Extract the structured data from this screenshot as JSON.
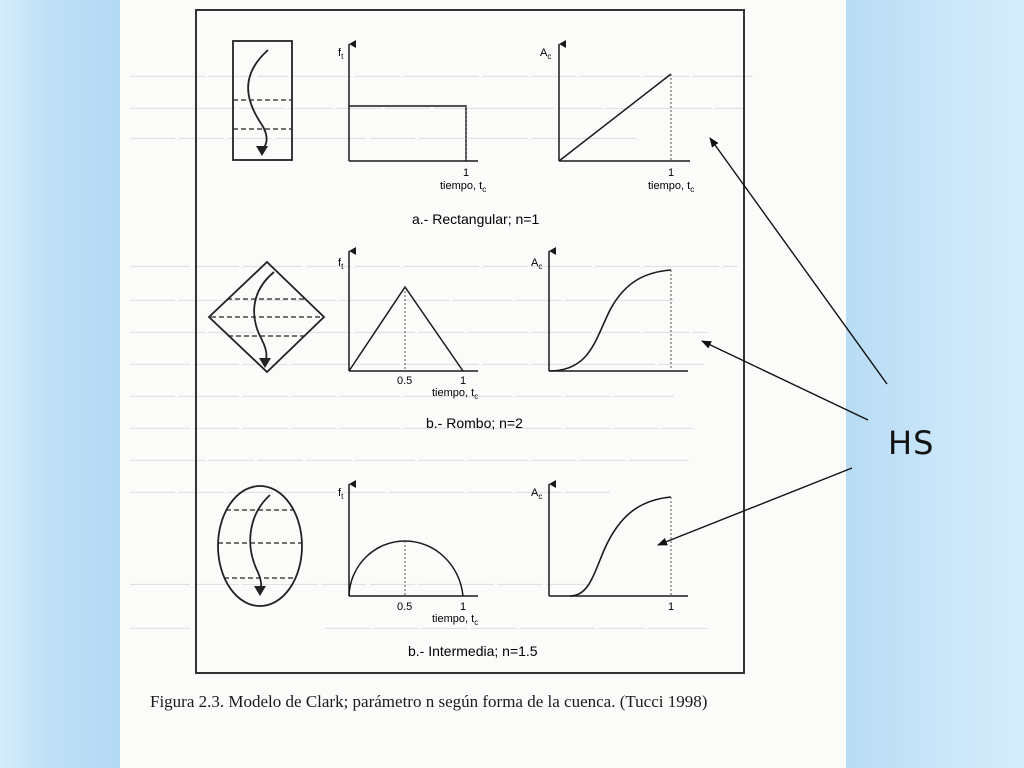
{
  "figure": {
    "caption": "Figura 2.3. Modelo de Clark; parámetro n según forma de la cuenca. (Tucci 1998)",
    "panels": [
      {
        "label": "a.- Rectangular; n=1",
        "ft_axis": "f",
        "ft_sub": "t",
        "ac_axis": "A",
        "ac_sub": "c",
        "time_label": "tiempo, t",
        "time_sub": "c",
        "tick_one": "1",
        "tick_half": ""
      },
      {
        "label": "b.- Rombo; n=2",
        "ft_axis": "f",
        "ft_sub": "t",
        "ac_axis": "A",
        "ac_sub": "c",
        "time_label": "tiempo, t",
        "time_sub": "c",
        "tick_one": "1",
        "tick_half": "0.5"
      },
      {
        "label": "b.- Intermedia; n=1.5",
        "ft_axis": "f",
        "ft_sub": "t",
        "ac_axis": "A",
        "ac_sub": "c",
        "time_label": "tiempo, t",
        "time_sub": "c",
        "tick_one": "1",
        "tick_half": "0.5"
      }
    ]
  },
  "annotation": {
    "label": "HS",
    "color": "#111111"
  },
  "colors": {
    "background": "#c5e3f8",
    "paper": "#fbfbf9",
    "ink": "#1a1a1a"
  }
}
